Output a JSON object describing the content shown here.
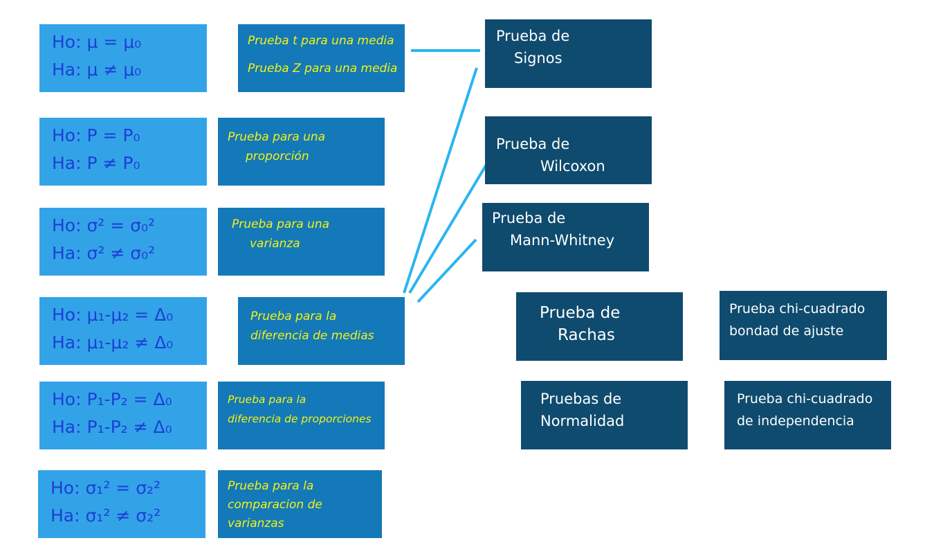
{
  "hypotheses": [
    {
      "h0": "Ho: μ = μ₀",
      "ha": "Ha: μ ≠ μ₀"
    },
    {
      "h0": "Ho: P = P₀",
      "ha": "Ha: P ≠ P₀"
    },
    {
      "h0": "Ho: σ² = σ₀²",
      "ha": "Ha: σ² ≠ σ₀²"
    },
    {
      "h0": "Ho: μ₁-μ₂ = Δ₀",
      "ha": "Ha: μ₁-μ₂ ≠ Δ₀"
    },
    {
      "h0": "Ho: P₁-P₂ = Δ₀",
      "ha": "Ha: P₁-P₂ ≠ Δ₀"
    },
    {
      "h0": "Ho: σ₁² = σ₂²",
      "ha": "Ha: σ₁² ≠ σ₂²"
    }
  ],
  "tests": [
    {
      "l1": "Prueba t para una media",
      "l2": "Prueba Z para una media",
      "l3": ""
    },
    {
      "l1": "Prueba para una",
      "l2": "proporción",
      "l3": ""
    },
    {
      "l1": "Prueba para una",
      "l2": "varianza",
      "l3": ""
    },
    {
      "l1": "Prueba para la",
      "l2": "diferencia de medias",
      "l3": ""
    },
    {
      "l1": "Prueba para la",
      "l2": "diferencia de proporciones",
      "l3": ""
    },
    {
      "l1": "Prueba para la",
      "l2": "comparacion de",
      "l3": "varianzas"
    }
  ],
  "nonparametric": {
    "signos": {
      "l1": "Prueba de",
      "l2": "Signos"
    },
    "wilcoxon": {
      "l1": "Prueba de",
      "l2": "Wilcoxon"
    },
    "mann_whitney": {
      "l1": "Prueba de",
      "l2": "Mann-Whitney"
    },
    "rachas": {
      "l1": "Prueba de",
      "l2": "Rachas"
    },
    "chi_ajuste": {
      "l1": "Prueba chi-cuadrado",
      "l2": "bondad de ajuste"
    },
    "normalidad": {
      "l1": "Pruebas de",
      "l2": "Normalidad"
    },
    "chi_independencia": {
      "l1": "Prueba chi-cuadrado",
      "l2": "de independencia"
    }
  },
  "colors": {
    "hyp_box": "#33a3e8",
    "test_box": "#1479b8",
    "np_box": "#0f4b6e",
    "connector": "#2bb5f0"
  }
}
